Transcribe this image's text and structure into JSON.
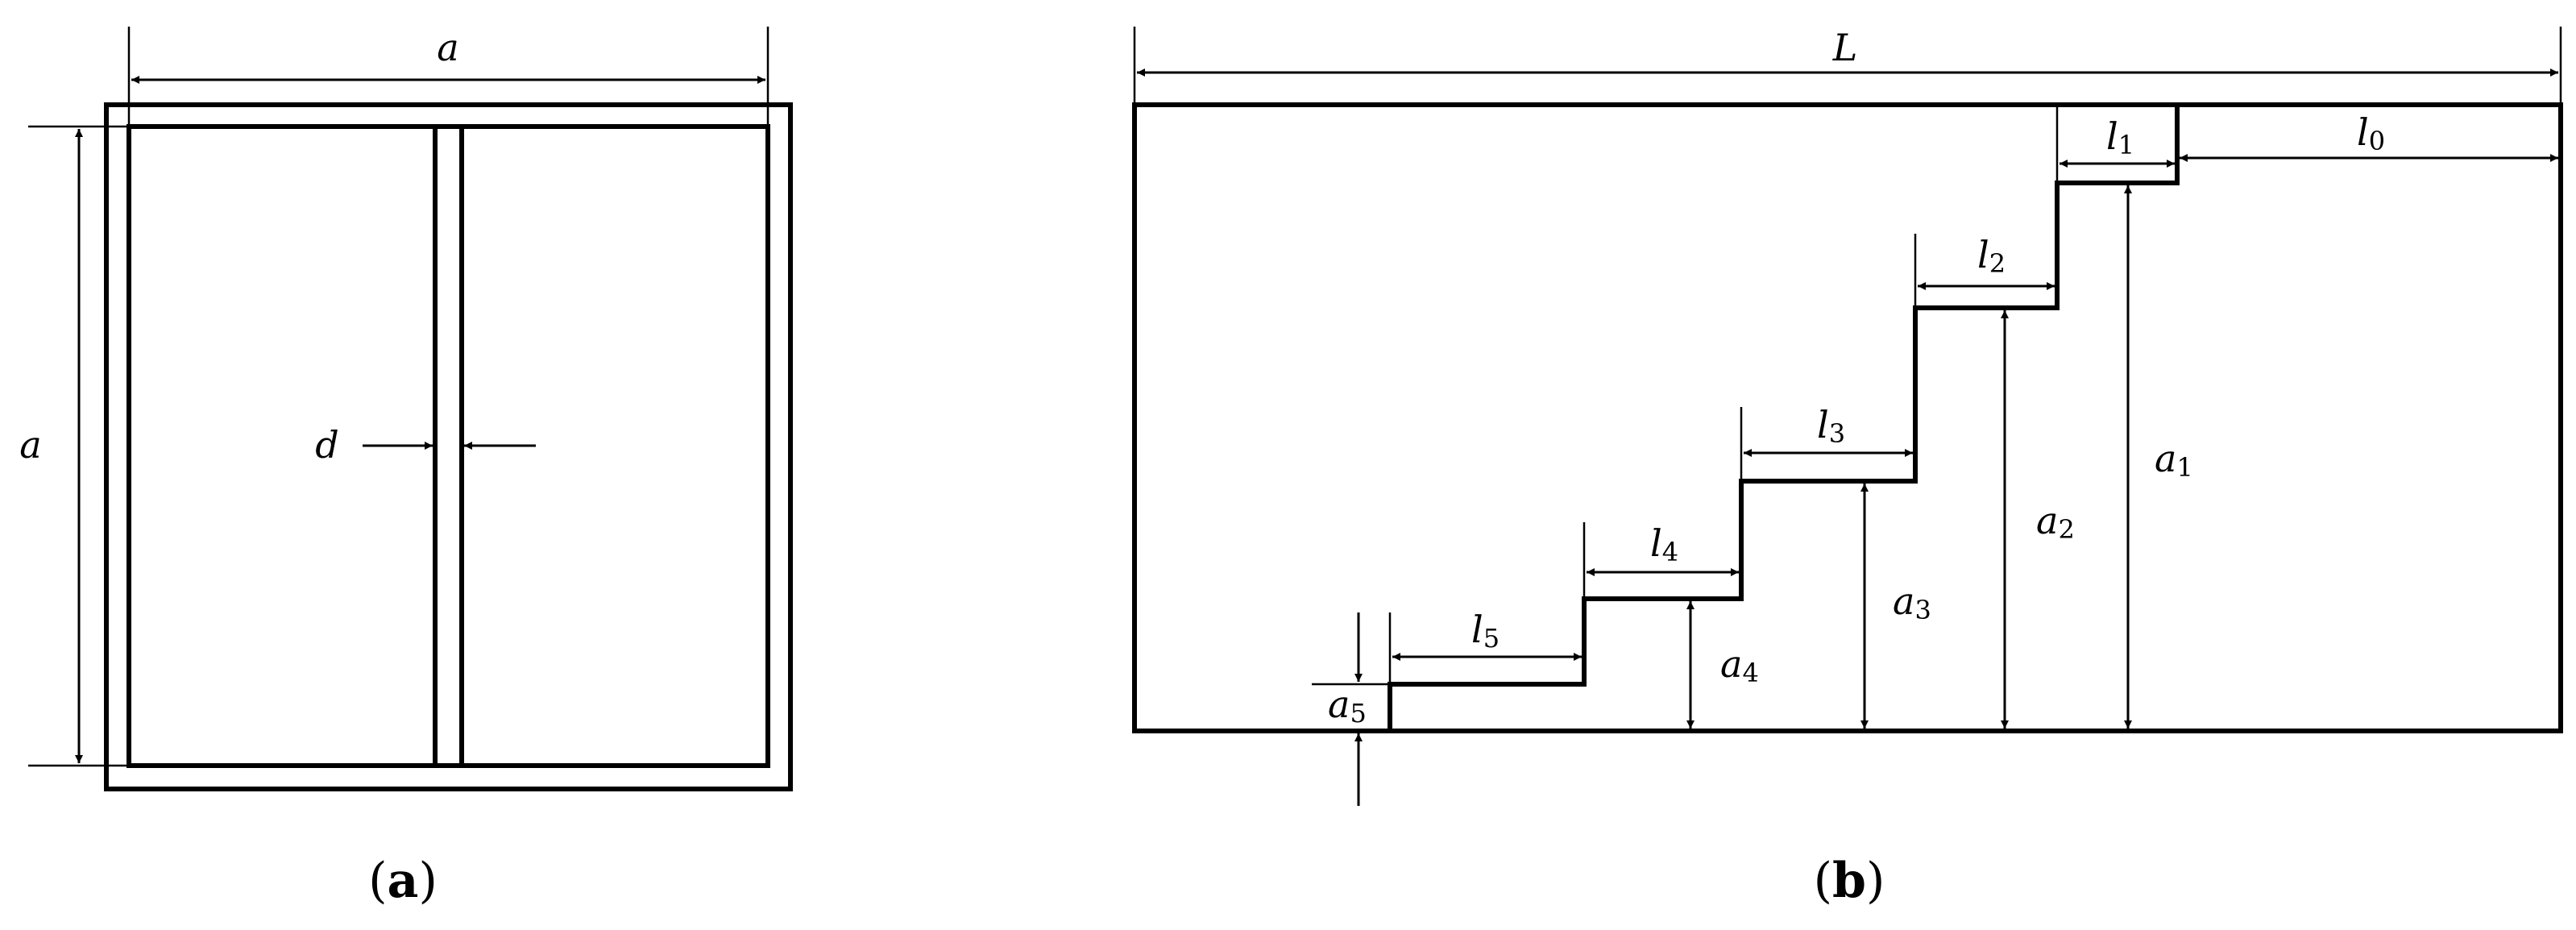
{
  "panel_a": {
    "caption_letter": "a",
    "label_width": "a",
    "label_height": "a",
    "label_gap": "d"
  },
  "panel_b": {
    "caption_letter": "b",
    "label_total_length": "L",
    "label_l0": "l",
    "label_l0_sub": "0",
    "steps": [
      {
        "l": "l",
        "l_sub": "1",
        "a": "a",
        "a_sub": "1"
      },
      {
        "l": "l",
        "l_sub": "2",
        "a": "a",
        "a_sub": "2"
      },
      {
        "l": "l",
        "l_sub": "3",
        "a": "a",
        "a_sub": "3"
      },
      {
        "l": "l",
        "l_sub": "4",
        "a": "a",
        "a_sub": "4"
      },
      {
        "l": "l",
        "l_sub": "5",
        "a": "a",
        "a_sub": "5"
      }
    ]
  },
  "colors": {
    "line": "#000000",
    "background": "#ffffff"
  }
}
